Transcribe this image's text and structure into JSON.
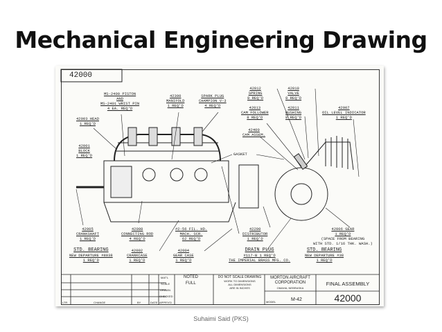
{
  "slide": {
    "title": "Mechanical Engineering Drawing",
    "footer": "Suhaimi Said (PKS)"
  },
  "drawing": {
    "number_tag": "42000",
    "labels": {
      "piston": [
        "MS-2400 PISTON",
        "AND",
        "MS-2401 WRIST PIN",
        "4 EA. REQ'D"
      ],
      "manifold": [
        "42300",
        "MANIFOLD",
        "1 REQ'D"
      ],
      "spark_plug": [
        "SPARK PLUG",
        "CHAMPION V-3",
        "4 REQ'D"
      ],
      "spring": [
        "42012",
        "SPRING",
        "8 REQ'D"
      ],
      "valve": [
        "42010",
        "VALVE",
        "8 REQ'D"
      ],
      "cam_follower": [
        "42013",
        "CAM FOLLOWER",
        "8 REQ'D"
      ],
      "bushing": [
        "42011",
        "BUSHING",
        "8 REQ'D"
      ],
      "oil_level": [
        "42007",
        "OIL LEVEL INDICATOR",
        "1 REQ'D"
      ],
      "head": [
        "42003 HEAD",
        "1 REQ'D"
      ],
      "cam_assem": [
        "42400",
        "CAM ASSEM."
      ],
      "block": [
        "42001",
        "BLOCK",
        "1 REQ'D"
      ],
      "gasket": [
        "GASKET"
      ],
      "crankshaft": [
        "42005",
        "CRANKSHAFT",
        "1 REQ'D"
      ],
      "connecting_rod": [
        "42008",
        "CONNECTING ROD",
        "4 REQ'D"
      ],
      "mach_screw": [
        "#2-56 FIL. HD.",
        "MACH. SCR.",
        "62 REQ'D"
      ],
      "distributor": [
        "42200",
        "DISTRIBUTOR",
        "1 REQ'D"
      ],
      "gear": [
        "42006 GEAR",
        "1 REQ'D",
        "(SPACE FROM BEARING",
        "WITH STD. 1/16 THK. WASH.)"
      ],
      "std_bearing_left": [
        "STD. BEARING",
        "NEW DEPARTURE #8038",
        "1 REQ'D"
      ],
      "crankcase": [
        "42002",
        "CRANKCASE",
        "1 REQ'D"
      ],
      "gear_case": [
        "42004",
        "GEAR CASE",
        "1 REQ'D"
      ],
      "drain_plug": [
        "DRAIN PLUG",
        "#117-B  1 REQ'D",
        "THE IMPERIAL BRASS MFG. CO."
      ],
      "std_bearing_right": [
        "STD. BEARING",
        "NEW DEPARTURE #38",
        "1 REQ'D"
      ]
    },
    "title_block": {
      "matl_label": "MAT'L",
      "matl_value": "NOTED",
      "scale_label": "SCALE",
      "scale_value": "FULL",
      "drawn_label": "DRAWN",
      "checked_label": "CHECKED",
      "approved_label": "APPR'V'D",
      "ltr_label": "LTR",
      "change_label": "CHANGE",
      "by_label": "BY",
      "date_label": "DATE",
      "note": [
        "DO NOT SCALE DRAWING",
        "WORK TO DIMENSIONS",
        "ALL DIMENSIONS",
        "ARE IN INCHES"
      ],
      "company": "MORTON AIRCRAFT",
      "company2": "CORPORATION",
      "location": "OMAHA, NEBRASKA",
      "model_label": "MODEL",
      "model": "M-42",
      "name": "FINAL ASSEMBLY",
      "number": "42000"
    }
  }
}
